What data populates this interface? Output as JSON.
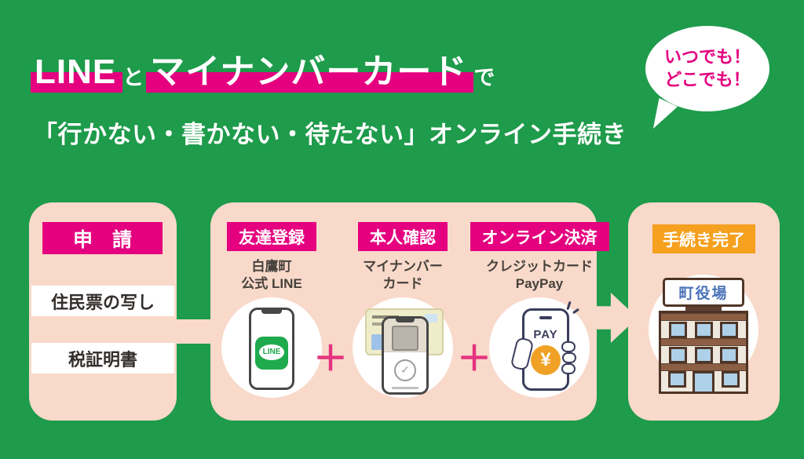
{
  "colors": {
    "background_green": "#1e9b4b",
    "magenta": "#e4007f",
    "panel_pink": "#f8d9ca",
    "orange": "#f5a01e",
    "dark_text": "#46413c",
    "line_green": "#1faa4d",
    "navy": "#3b3d5c",
    "pay_orange": "#f0a125",
    "building_brown": "#8c5f45",
    "building_outline": "#4f3526",
    "window_blue": "#aed0e8",
    "sign_blue": "#4a73b8"
  },
  "title": {
    "highlight1": "LINE",
    "particle1": "と",
    "highlight2": "マイナンバーカード",
    "particle2": "で",
    "subtitle": "「行かない・書かない・待たない」オンライン手続き"
  },
  "bubble": {
    "line1": "いつでも！",
    "line2": "どこでも！"
  },
  "apply": {
    "header": "申　請",
    "items": [
      "住民票の写し",
      "税証明書"
    ]
  },
  "steps": {
    "plus": "＋",
    "list": [
      {
        "header": "友達登録",
        "desc1": "白鷹町",
        "desc2": "公式 LINE",
        "icon": "line-app-phone-icon",
        "icon_label": "LINE"
      },
      {
        "header": "本人確認",
        "desc1": "マイナンバー",
        "desc2": "カード",
        "icon": "mynumber-card-scan-icon"
      },
      {
        "header": "オンライン決済",
        "desc1": "クレジットカード",
        "desc2": "PayPay",
        "icon": "smartphone-payment-icon",
        "icon_label": "PAY",
        "icon_currency": "¥"
      }
    ]
  },
  "result": {
    "header": "手続き完了",
    "building_sign": "町役場"
  },
  "icons": {
    "check": "✓"
  }
}
